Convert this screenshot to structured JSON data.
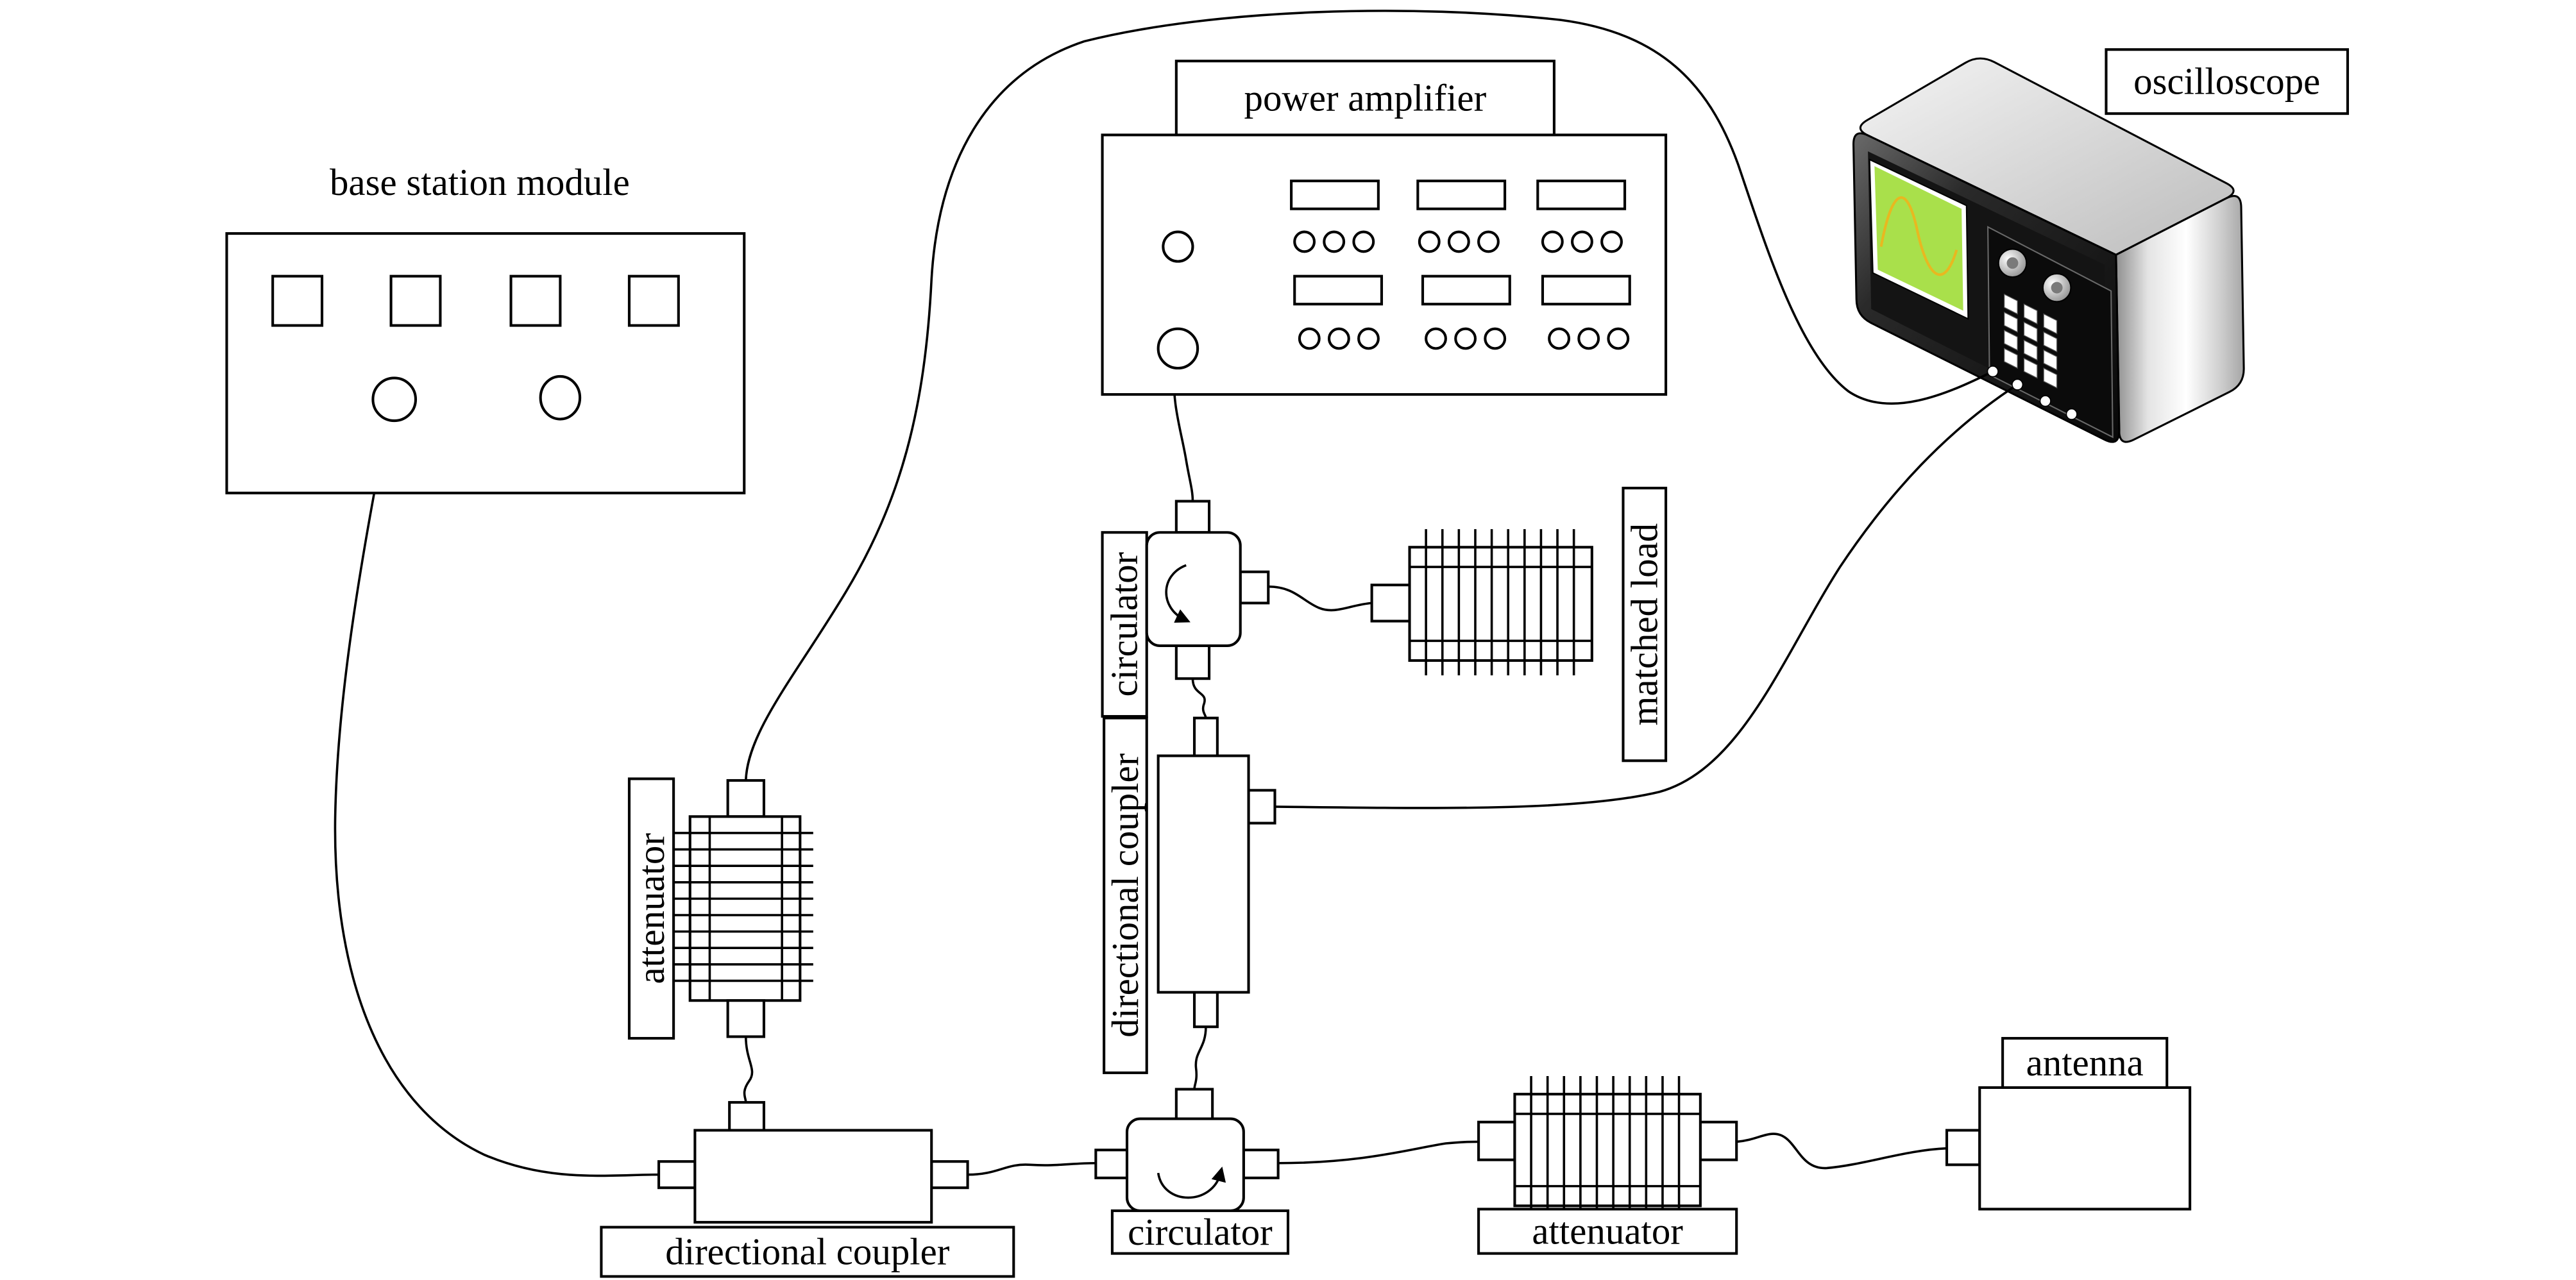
{
  "diagram": {
    "base_station_module": {
      "label": "base station module"
    },
    "power_amplifier": {
      "label": "power amplifier"
    },
    "oscilloscope": {
      "label": "oscilloscope"
    },
    "circulator_top": {
      "label": "circulator"
    },
    "matched_load": {
      "label": "matched load"
    },
    "directional_coupler_vertical": {
      "label": "directional coupler"
    },
    "attenuator_left": {
      "label": "attenuator"
    },
    "directional_coupler_bottom": {
      "label": "directional coupler"
    },
    "circulator_bottom": {
      "label": "circulator"
    },
    "attenuator_bottom": {
      "label": "attenuator"
    },
    "antenna": {
      "label": "antenna"
    }
  },
  "colors": {
    "scope_screen": "#a9e04b",
    "scope_trace": "#e8b820",
    "scope_panel": "#0b0b0b"
  }
}
